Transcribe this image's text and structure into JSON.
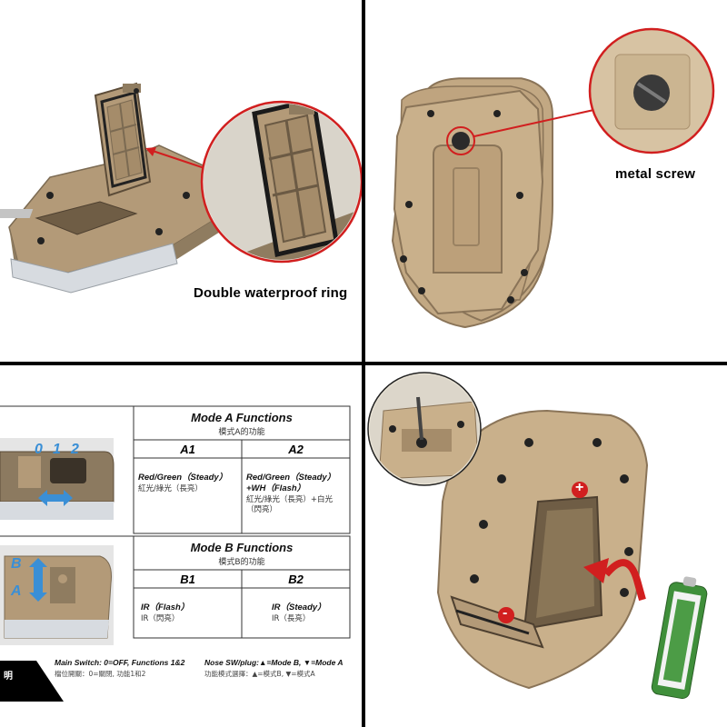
{
  "panel1": {
    "caption": "Double waterproof ring"
  },
  "panel2": {
    "caption": "metal screw"
  },
  "panel3": {
    "switch_numbers": [
      "0",
      "1",
      "2"
    ],
    "toggle_letters": [
      "B",
      "A"
    ],
    "mode_a": {
      "title": "Mode A Functions",
      "subtitle": "模式A的功能",
      "col1": "A1",
      "col2": "A2",
      "a1_en": "Red/Green（Steady）",
      "a1_zh": "紅光/綠光（長亮）",
      "a2_en_1": "Red/Green（Steady）",
      "a2_en_2": "+WH（Flash）",
      "a2_zh_1": "紅光/綠光（長亮）+白光",
      "a2_zh_2": "（閃亮）"
    },
    "mode_b": {
      "title": "Mode B Functions",
      "subtitle": "模式B的功能",
      "col1": "B1",
      "col2": "B2",
      "b1_en": "IR（Flash）",
      "b1_zh": "IR（閃亮）",
      "b2_en": "IR（Steady）",
      "b2_zh": "IR（長亮）"
    },
    "footer": {
      "main_switch_en": "Main Switch:  0=OFF,  Functions 1&2",
      "main_switch_zh": "檔位開關：0=關閉, 功能1和2",
      "nose_en": "Nose SW/plug:▲=Mode B,  ▼=Mode A",
      "nose_zh": "功能模式選擇：▲=模式B, ▼=模式A"
    },
    "corner_tab": "明"
  },
  "panel4": {
    "plus_sign": "+",
    "minus_sign": "-"
  },
  "colors": {
    "housing_tan": "#b39a78",
    "callout_red": "#d11f1f",
    "arrow_blue": "#3a8fd6",
    "battery_green": "#3f8f3a"
  }
}
